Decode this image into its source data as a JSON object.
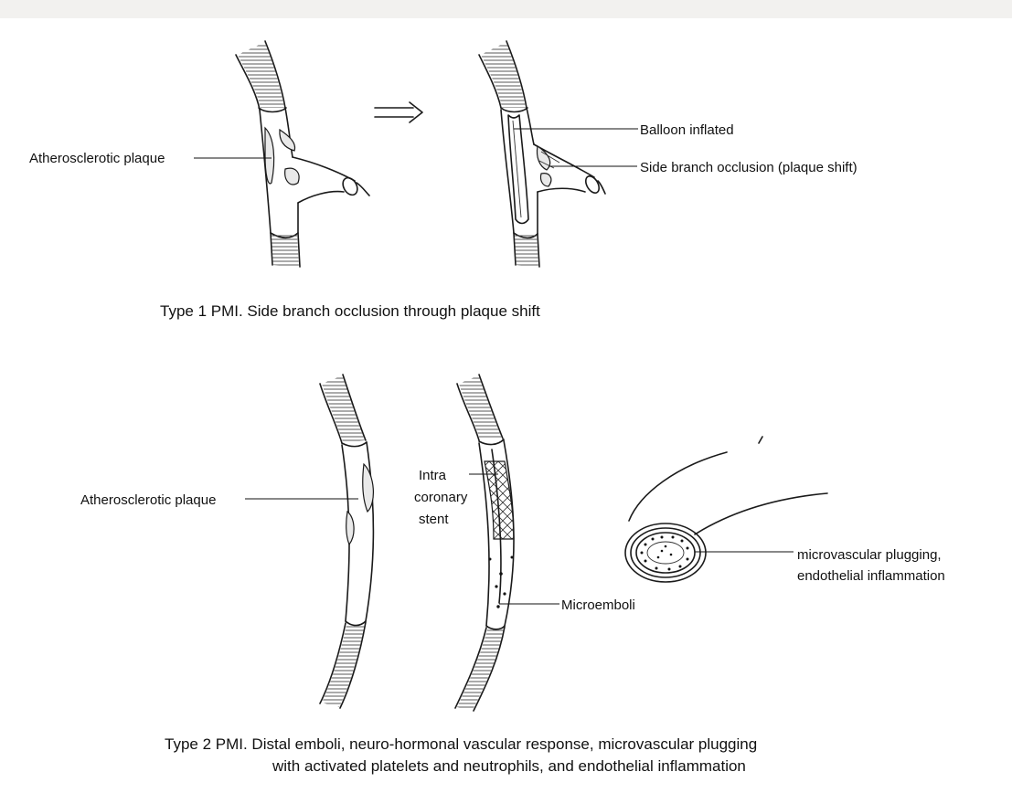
{
  "type1": {
    "label_plaque": "Atherosclerotic plaque",
    "label_balloon": "Balloon inflated",
    "label_side_branch": "Side branch occlusion (plaque shift)",
    "caption": "Type 1 PMI. Side branch occlusion through plaque shift"
  },
  "type2": {
    "label_plaque": "Atherosclerotic plaque",
    "label_stent_line1": "Intra",
    "label_stent_line2": "coronary",
    "label_stent_line3": "stent",
    "label_microemboli": "Microemboli",
    "label_plugging_line1": "microvascular plugging,",
    "label_plugging_line2": "endothelial inflammation",
    "caption_line1": "Type 2 PMI. Distal emboli, neuro-hormonal vascular response, microvascular plugging",
    "caption_line2": "with activated platelets and neutrophils, and endothelial inflammation"
  }
}
